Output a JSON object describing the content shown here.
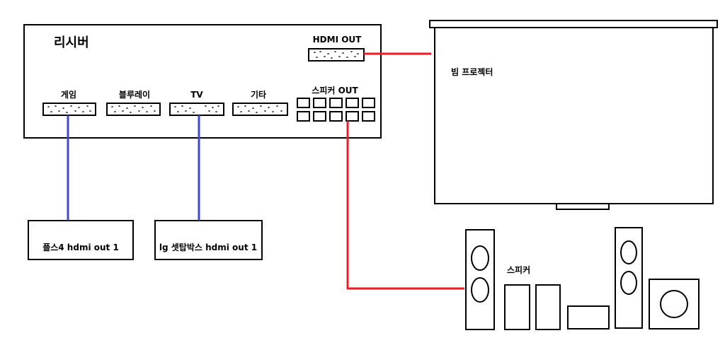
{
  "receiver": {
    "title": "리시버",
    "hdmi_out_label": "HDMI OUT",
    "inputs": [
      {
        "label": "게임"
      },
      {
        "label": "블루레이"
      },
      {
        "label": "TV"
      },
      {
        "label": "기타"
      }
    ],
    "speaker_out_label": "스피커 OUT"
  },
  "projector": {
    "label": "빔 프로젝터"
  },
  "sources": [
    {
      "label": "플스4 hdmi out 1"
    },
    {
      "label": "lg 셋탑박스 hdmi out 1"
    }
  ],
  "speakers": {
    "label": "스피커"
  },
  "colors": {
    "hdmi_cable": "#3f48cc",
    "output_cable": "#ed1c24",
    "stroke": "#000000",
    "background": "#ffffff"
  }
}
